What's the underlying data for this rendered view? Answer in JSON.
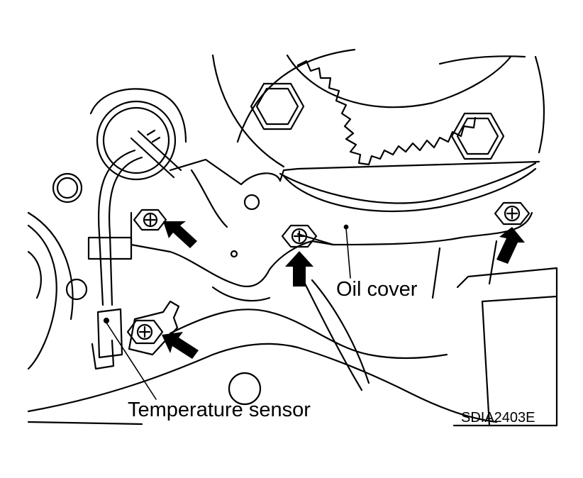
{
  "labels": {
    "oil_cover": "Oil cover",
    "temperature_sensor": "Temperature sensor",
    "figure_code": "SDIA2403E"
  },
  "colors": {
    "line": "#000000",
    "background": "#ffffff"
  },
  "icons": {
    "bolt": "hex-bolt-plus-icon",
    "arrow": "pointer-arrow-icon"
  }
}
